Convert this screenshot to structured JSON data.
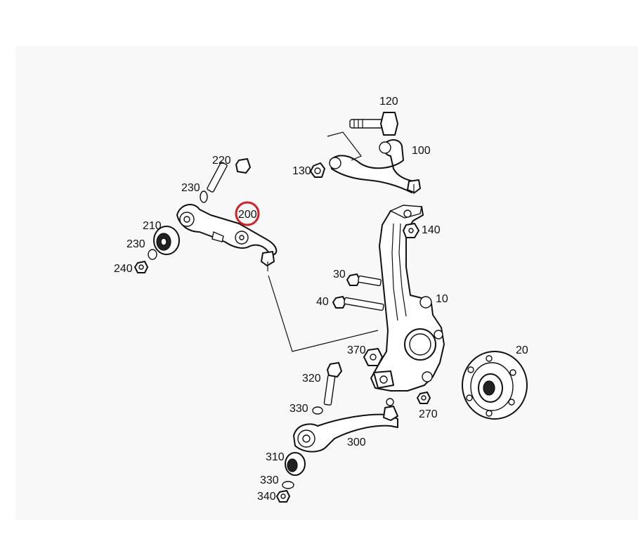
{
  "diagram": {
    "highlight_color": "#d21f26",
    "highlighted_part": "200",
    "callouts": {
      "p10": "10",
      "p20": "20",
      "p30": "30",
      "p40": "40",
      "p100": "100",
      "p120": "120",
      "p130": "130",
      "p140": "140",
      "p200": "200",
      "p210": "210",
      "p220": "220",
      "p230a": "230",
      "p230b": "230",
      "p240": "240",
      "p270": "270",
      "p300": "300",
      "p310": "310",
      "p320": "320",
      "p330a": "330",
      "p330b": "330",
      "p340": "340",
      "p370": "370"
    }
  }
}
